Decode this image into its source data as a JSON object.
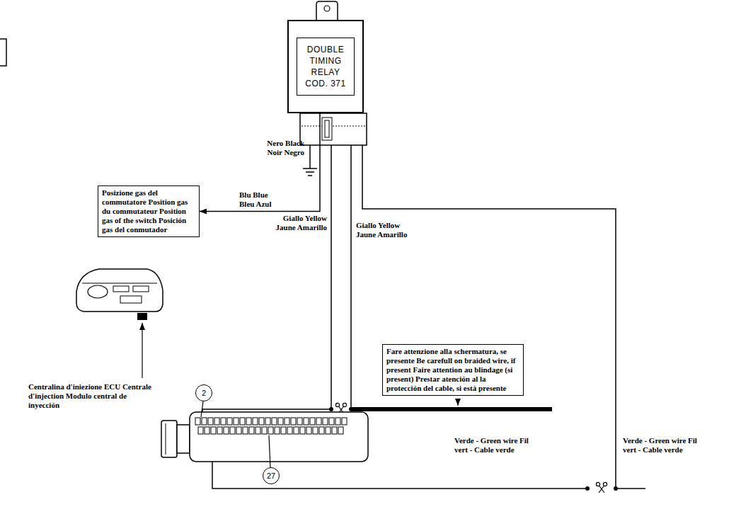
{
  "diagram": {
    "nodes": [
      {
        "text": [
          "DOUBLE TIMING RELAY COD. 371"
        ]
      },
      {
        "text": [
          "Posizione gas del commutatore Position gas du commutateur Position gas of the switch Posición gas del conmutador"
        ]
      },
      {
        "text": [
          "Fare attenzione alla schermatura, se presente Be carefull on braided wire, if present Faire attention au blindage (si present) Prestar atención al la protección del cable, si está presente"
        ]
      },
      {
        "text": [
          "2"
        ]
      },
      {
        "text": [
          "27"
        ]
      }
    ],
    "edges": [
      {
        "from": 0,
        "to": 1,
        "arrow": "to",
        "label": "Blu Blue Bleu Azul"
      }
    ],
    "labels": [
      "Nero Black Noir Negro",
      "Giallo Yellow Jaune Amarillo",
      "Giallo Yellow Jaune Amarillo",
      "Verde - Green wire Fil vert - Cable verde",
      "Verde - Green wire Fil vert - Cable verde",
      "Centralina d'iniezione ECU Centrale d'injection Modulo central de inyección"
    ]
  }
}
